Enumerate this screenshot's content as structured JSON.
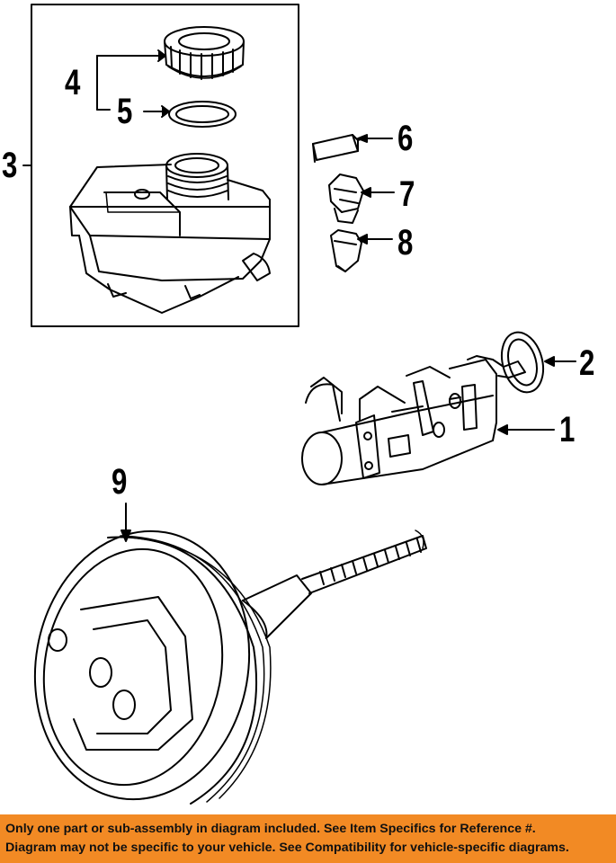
{
  "callouts": {
    "c1": "1",
    "c2": "2",
    "c3": "3",
    "c4": "4",
    "c5": "5",
    "c6": "6",
    "c7": "7",
    "c8": "8",
    "c9": "9"
  },
  "banner": {
    "line1": "Only one part or sub-assembly in diagram included. See Item Specifics for Reference #.",
    "line2": "Diagram may not be specific to your vehicle. See Compatibility for vehicle-specific diagrams."
  },
  "colors": {
    "banner_bg": "#f28a24",
    "line": "#000000",
    "background": "#ffffff"
  }
}
